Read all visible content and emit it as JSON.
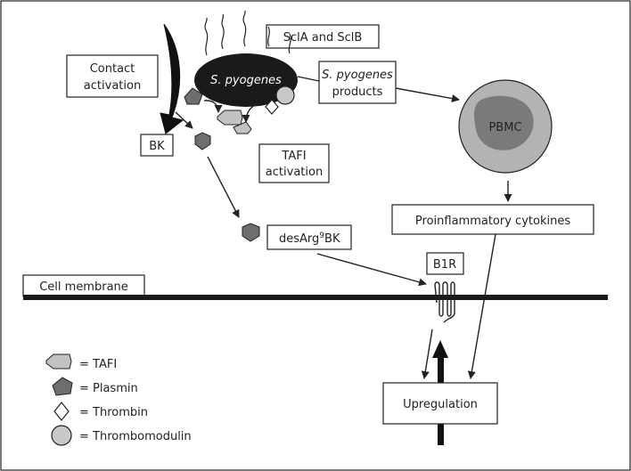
{
  "labels": {
    "scla_sclb": "SclA and SclB",
    "contact_activation_1": "Contact",
    "contact_activation_2": "activation",
    "s_pyogenes": "S. pyogenes",
    "products_1": "S. pyogenes",
    "products_2": "products",
    "pbmc": "PBMC",
    "bk": "BK",
    "tafi_activation_1": "TAFI",
    "tafi_activation_2": "activation",
    "desarg_pre": "desArg",
    "desarg_sup": "9",
    "desarg_post": "BK",
    "cytokines": "Proinflammatory cytokines",
    "b1r": "B1R",
    "cell_membrane": "Cell membrane",
    "upregulation": "Upregulation"
  },
  "legend": [
    {
      "icon": "tafi-shape-icon",
      "text": "= TAFI"
    },
    {
      "icon": "plasmin-pentagon-icon",
      "text": "= Plasmin"
    },
    {
      "icon": "thrombin-diamond-icon",
      "text": "= Thrombin"
    },
    {
      "icon": "thrombomodulin-circle-icon",
      "text": "= Thrombomodulin"
    }
  ],
  "colors": {
    "bacterium": "#1a1a1a",
    "pbmc_cell": "#b3b3b3",
    "pbmc_nucleus": "#7a7a7a",
    "plasmin": "#6e6e6e",
    "tafi": "#c2c2c2",
    "thrombomodulin": "#c8c8c8",
    "membrane": "#1a1a1a"
  }
}
